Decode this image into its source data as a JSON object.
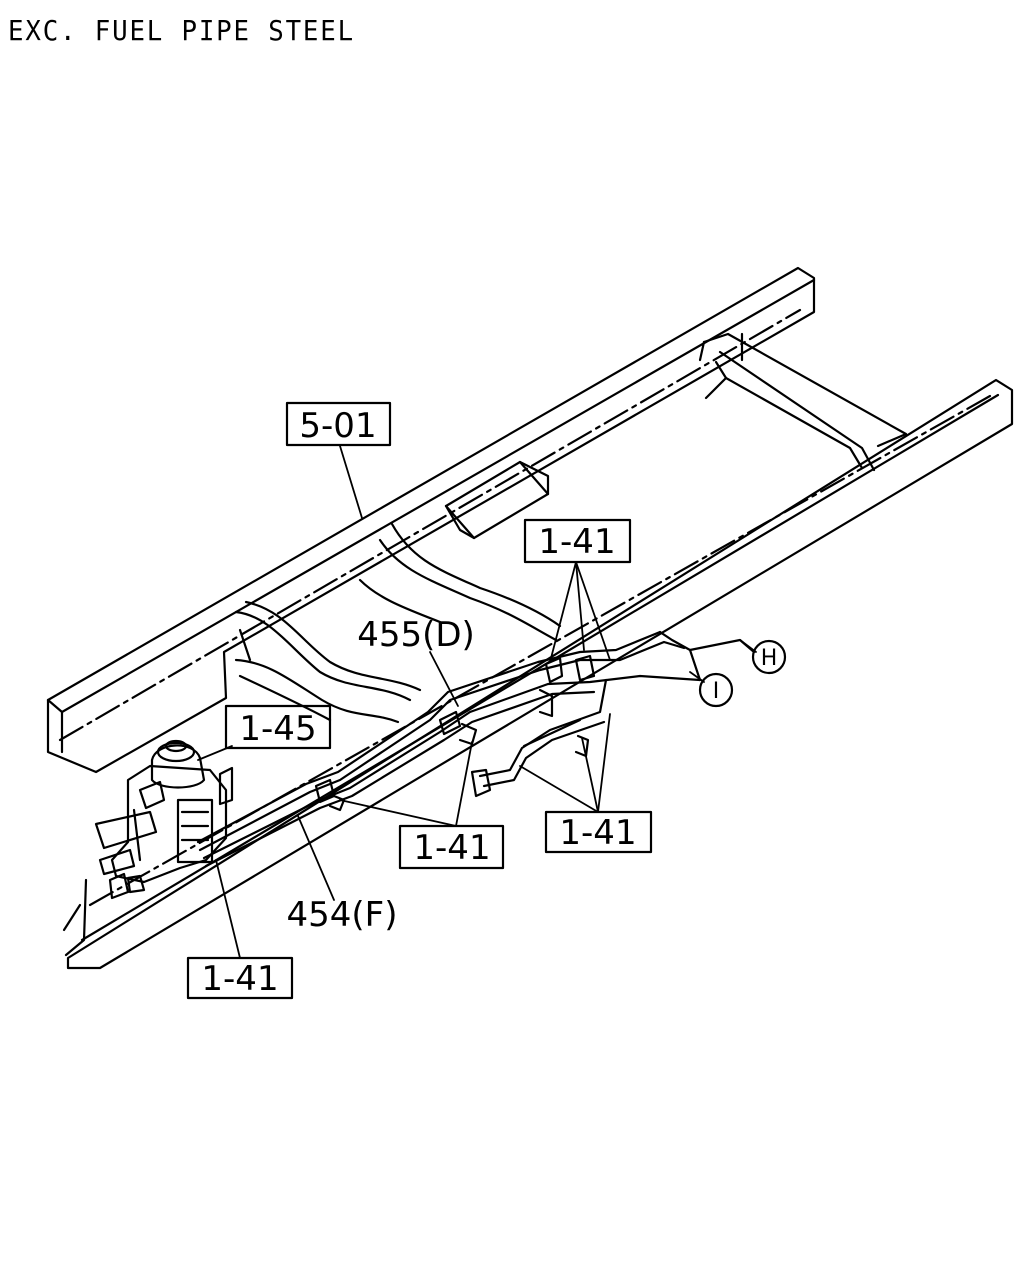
{
  "title": "EXC. FUEL PIPE STEEL",
  "callouts": {
    "frame_rail": "5-01",
    "filter_assembly": "1-45",
    "clip_upper_right": "1-41",
    "clip_middle": "1-41",
    "clip_lower_right": "1-41",
    "clip_lower_left": "1-41"
  },
  "pipes": {
    "upper_pipe": "455(D)",
    "lower_pipe": "454(F)"
  },
  "connectors": {
    "h": "H",
    "i": "I"
  },
  "colors": {
    "ink": "#000000",
    "paper": "#ffffff"
  }
}
